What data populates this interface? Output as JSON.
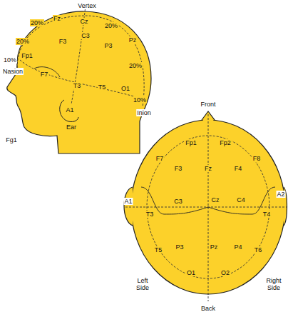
{
  "diagram": {
    "labels": [
      "Vertex",
      "Fz",
      "20%",
      "Cz",
      "20%",
      "20%",
      "F3",
      "C3",
      "P3",
      "Pz",
      "10%",
      "Fp1",
      "F7",
      "20%",
      "T3",
      "T5",
      "O1",
      "10%",
      "Inion",
      "A1",
      "Ear",
      "Fg1",
      "Nasion",
      "Front",
      "Fp1",
      "Fp2",
      "F7",
      "F3",
      "Fz",
      "F4",
      "F8",
      "A1",
      "A2",
      "T3",
      "C3",
      "Cz",
      "C4",
      "T4",
      "Left Side",
      "Right Side",
      "T5",
      "P3",
      "Pz",
      "P4",
      "T6",
      "O1",
      "O2",
      "Back"
    ]
  }
}
